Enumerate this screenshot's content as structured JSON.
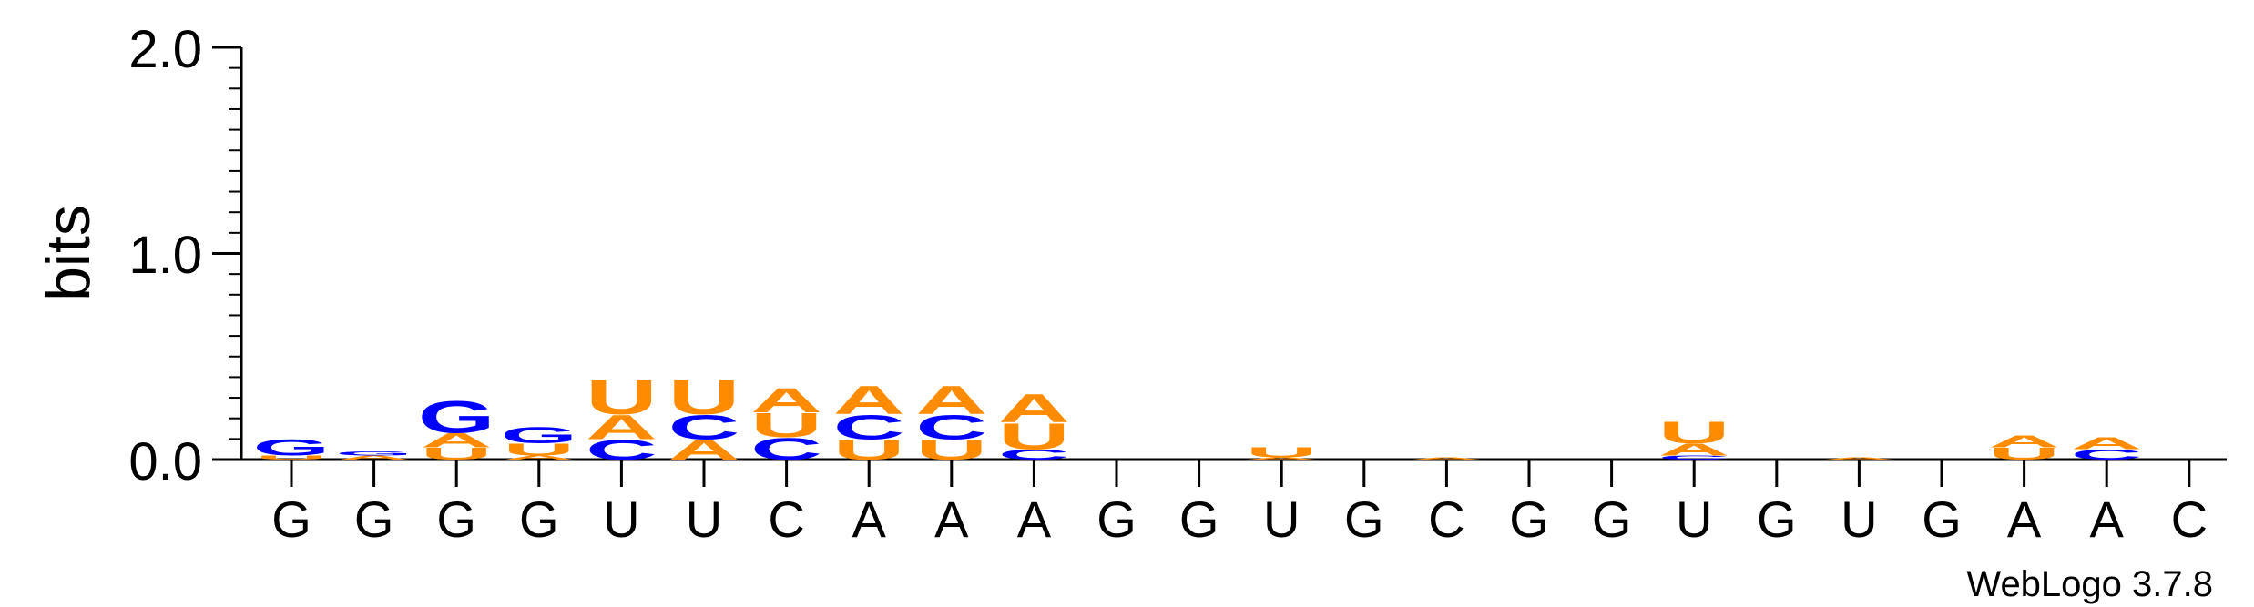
{
  "chart_data": {
    "type": "sequence_logo",
    "ylabel": "bits",
    "ylim": [
      0,
      2.0
    ],
    "yticks": [
      "0.0",
      "1.0",
      "2.0"
    ],
    "positions": [
      "G",
      "G",
      "G",
      "G",
      "U",
      "U",
      "C",
      "A",
      "A",
      "A",
      "G",
      "G",
      "U",
      "G",
      "C",
      "G",
      "G",
      "U",
      "G",
      "U",
      "G",
      "A",
      "A",
      "C"
    ],
    "colors": {
      "A": "#ff8c00",
      "U": "#ff8c00",
      "C": "#0000ff",
      "G": "#0000ff"
    },
    "stacks": [
      [
        {
          "l": "U",
          "h": 0.02
        },
        {
          "l": "G",
          "h": 0.08
        }
      ],
      [
        {
          "l": "A",
          "h": 0.02
        },
        {
          "l": "G",
          "h": 0.02
        }
      ],
      [
        {
          "l": "U",
          "h": 0.06
        },
        {
          "l": "A",
          "h": 0.07
        },
        {
          "l": "G",
          "h": 0.16
        }
      ],
      [
        {
          "l": "A",
          "h": 0.02
        },
        {
          "l": "U",
          "h": 0.06
        },
        {
          "l": "G",
          "h": 0.08
        }
      ],
      [
        {
          "l": "C",
          "h": 0.1
        },
        {
          "l": "A",
          "h": 0.12
        },
        {
          "l": "U",
          "h": 0.17
        }
      ],
      [
        {
          "l": "A",
          "h": 0.1
        },
        {
          "l": "C",
          "h": 0.12
        },
        {
          "l": "U",
          "h": 0.17
        }
      ],
      [
        {
          "l": "C",
          "h": 0.11
        },
        {
          "l": "U",
          "h": 0.12
        },
        {
          "l": "A",
          "h": 0.12
        }
      ],
      [
        {
          "l": "U",
          "h": 0.1
        },
        {
          "l": "C",
          "h": 0.12
        },
        {
          "l": "A",
          "h": 0.14
        }
      ],
      [
        {
          "l": "U",
          "h": 0.1
        },
        {
          "l": "C",
          "h": 0.12
        },
        {
          "l": "A",
          "h": 0.14
        }
      ],
      [
        {
          "l": "C",
          "h": 0.05
        },
        {
          "l": "U",
          "h": 0.13
        },
        {
          "l": "A",
          "h": 0.14
        }
      ],
      [],
      [],
      [
        {
          "l": "A",
          "h": 0.01
        },
        {
          "l": "U",
          "h": 0.05
        }
      ],
      [],
      [
        {
          "l": "A",
          "h": 0.01
        }
      ],
      [],
      [],
      [
        {
          "l": "C",
          "h": 0.02
        },
        {
          "l": "A",
          "h": 0.06
        },
        {
          "l": "U",
          "h": 0.11
        }
      ],
      [],
      [
        {
          "l": "A",
          "h": 0.01
        }
      ],
      [],
      [
        {
          "l": "U",
          "h": 0.06
        },
        {
          "l": "A",
          "h": 0.06
        }
      ],
      [
        {
          "l": "C",
          "h": 0.05
        },
        {
          "l": "A",
          "h": 0.06
        }
      ],
      []
    ]
  },
  "credit": "WebLogo 3.7.8"
}
